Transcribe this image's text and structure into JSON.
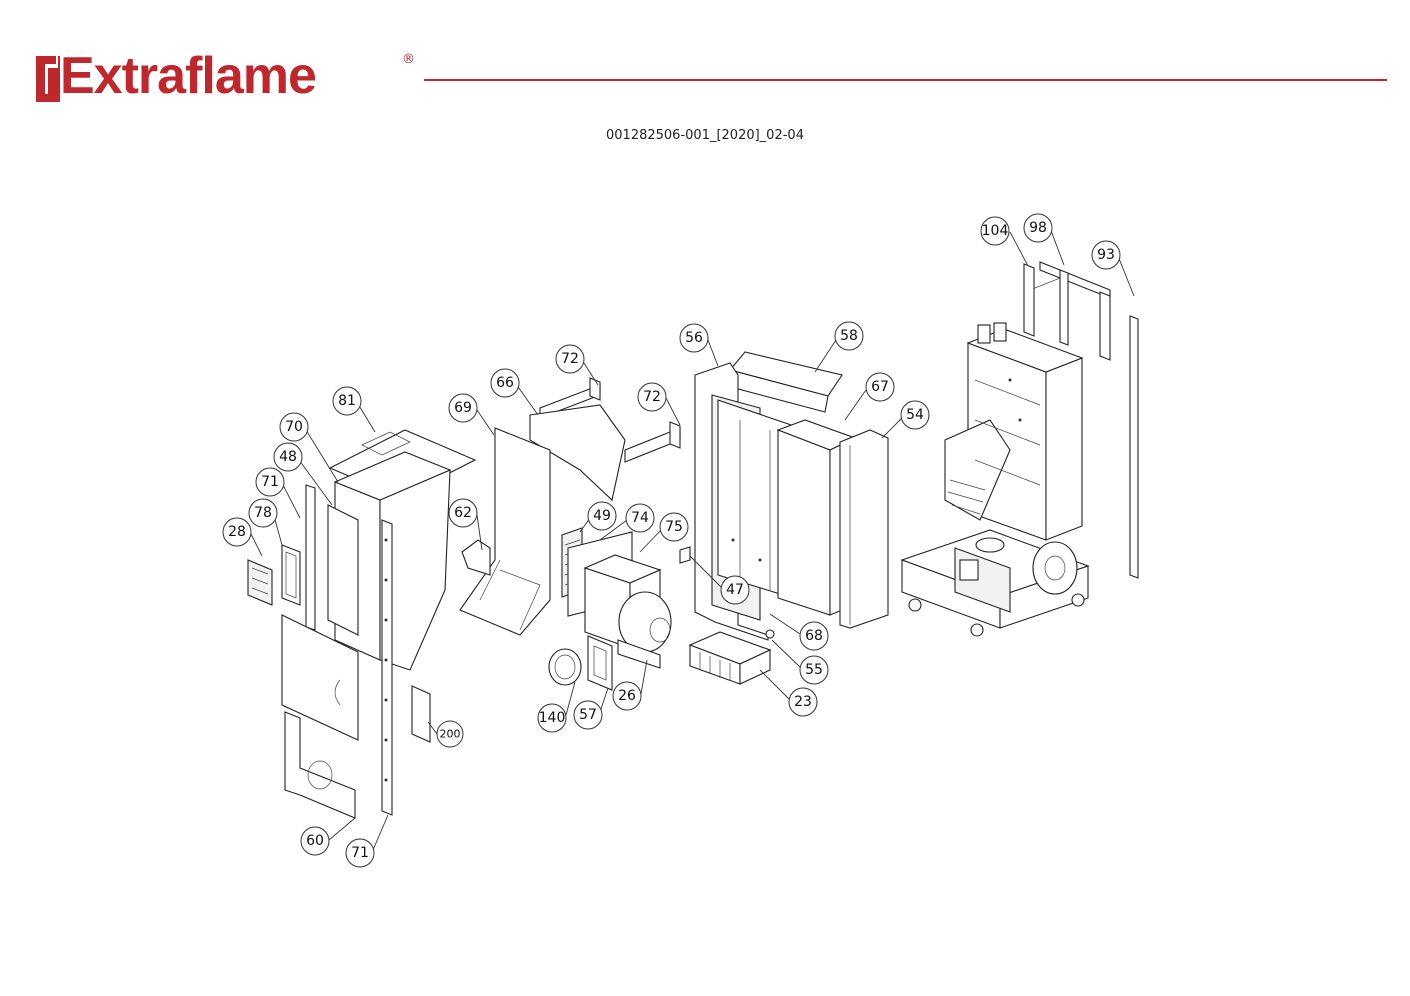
{
  "header": {
    "brand": "Extraflame",
    "registered_mark": "®",
    "document_code": "001282506-001_[2020]_02-04"
  },
  "colors": {
    "brand_red": "#c0272d",
    "line_color": "#333333"
  },
  "callouts": [
    {
      "id": "c104",
      "label": "104"
    },
    {
      "id": "c98",
      "label": "98"
    },
    {
      "id": "c93",
      "label": "93"
    },
    {
      "id": "c58",
      "label": "58"
    },
    {
      "id": "c56",
      "label": "56"
    },
    {
      "id": "c67",
      "label": "67"
    },
    {
      "id": "c54",
      "label": "54"
    },
    {
      "id": "c72a",
      "label": "72"
    },
    {
      "id": "c66",
      "label": "66"
    },
    {
      "id": "c72b",
      "label": "72"
    },
    {
      "id": "c69",
      "label": "69"
    },
    {
      "id": "c81",
      "label": "81"
    },
    {
      "id": "c70",
      "label": "70"
    },
    {
      "id": "c48",
      "label": "48"
    },
    {
      "id": "c71a",
      "label": "71"
    },
    {
      "id": "c78",
      "label": "78"
    },
    {
      "id": "c28",
      "label": "28"
    },
    {
      "id": "c62",
      "label": "62"
    },
    {
      "id": "c49",
      "label": "49"
    },
    {
      "id": "c74",
      "label": "74"
    },
    {
      "id": "c75",
      "label": "75"
    },
    {
      "id": "c47",
      "label": "47"
    },
    {
      "id": "c68",
      "label": "68"
    },
    {
      "id": "c55",
      "label": "55"
    },
    {
      "id": "c23",
      "label": "23"
    },
    {
      "id": "c26",
      "label": "26"
    },
    {
      "id": "c57",
      "label": "57"
    },
    {
      "id": "c140",
      "label": "140"
    },
    {
      "id": "c200",
      "label": "200"
    },
    {
      "id": "c60",
      "label": "60"
    },
    {
      "id": "c71b",
      "label": "71"
    }
  ]
}
